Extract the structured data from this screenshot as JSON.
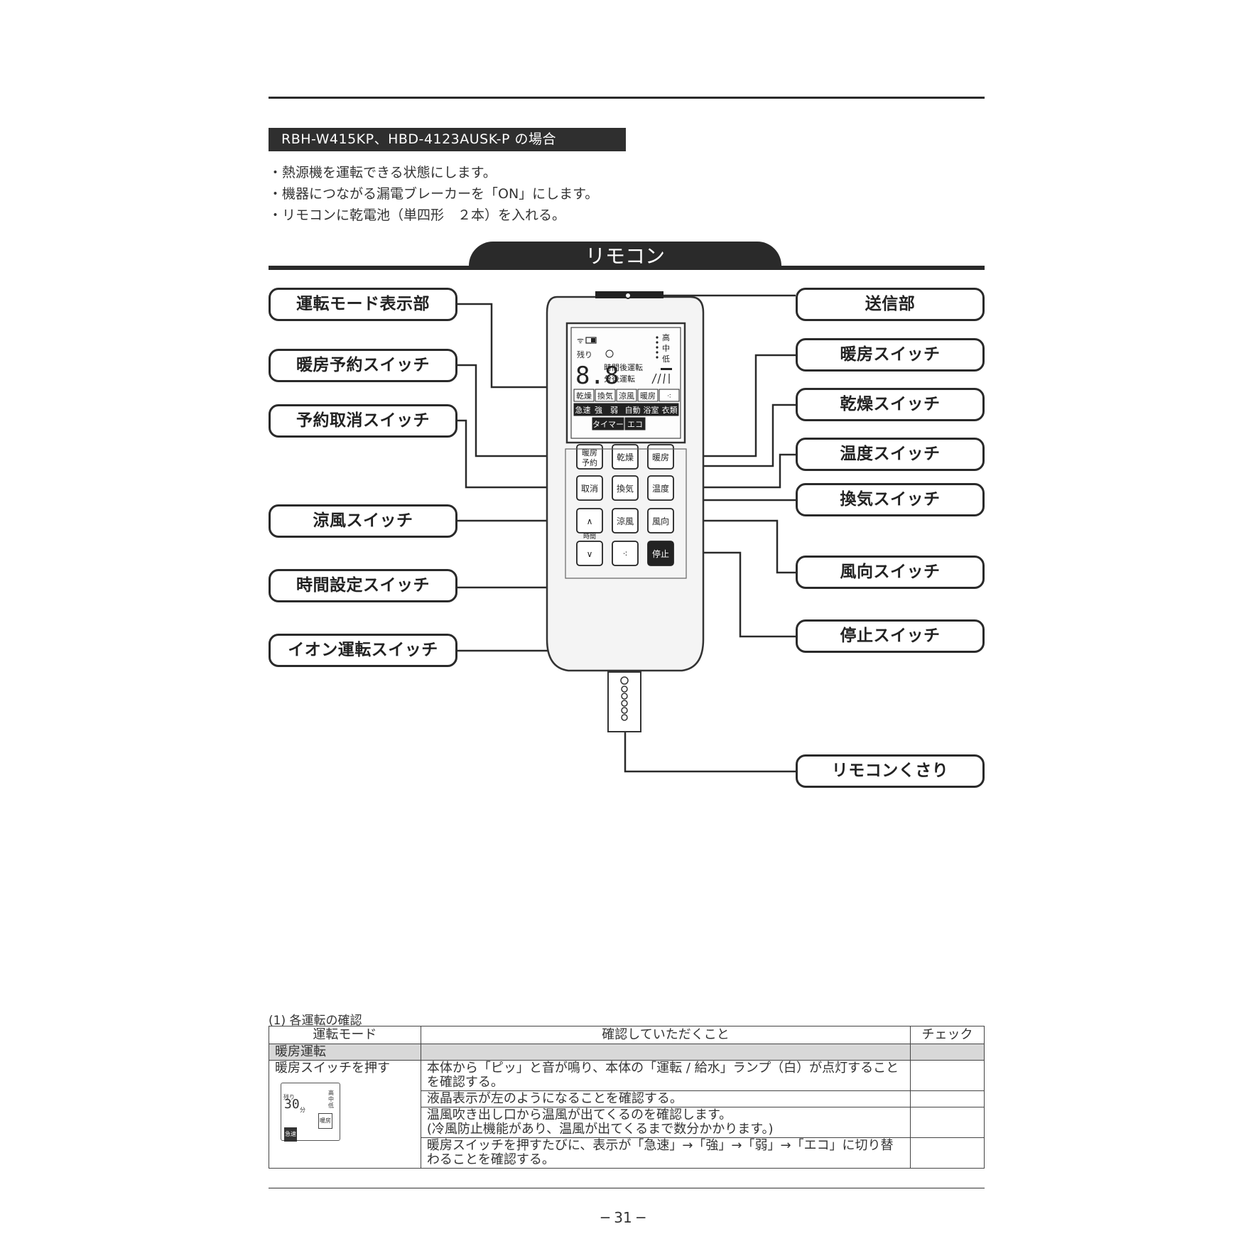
{
  "header": {
    "model_tag": "RBH-W415KP、HBD-4123AUSK-P の場合",
    "bullets": [
      "・熱源機を運転できる状態にします。",
      "・機器につながる漏電ブレーカーを「ON」にします。",
      "・リモコンに乾電池（単四形　２本）を入れる。"
    ]
  },
  "section_title": "リモコン",
  "callouts_left": [
    "運転モード表示部",
    "暖房予約スイッチ",
    "予約取消スイッチ",
    "涼風スイッチ",
    "時間設定スイッチ",
    "イオン運転スイッチ"
  ],
  "callouts_right": [
    "送信部",
    "暖房スイッチ",
    "乾燥スイッチ",
    "温度スイッチ",
    "換気スイッチ",
    "風向スイッチ",
    "停止スイッチ",
    "リモコンくさり"
  ],
  "lcd": {
    "remain": "残り",
    "digits": "8.8",
    "hours_after": "時間後運転",
    "minutes_after": "分後運転",
    "high": "高",
    "mid": "中",
    "low": "低",
    "modes_row1": [
      "乾燥",
      "換気",
      "涼風",
      "暖房",
      "⁖"
    ],
    "modes_row2": [
      "急速",
      "強",
      "弱",
      "自動",
      "浴室",
      "衣類"
    ],
    "modes_row3": [
      "タイマー",
      "エコ"
    ]
  },
  "buttons": {
    "heat_reserve_1": "暖房",
    "heat_reserve_2": "予約",
    "dry": "乾燥",
    "heat": "暖房",
    "cancel": "取消",
    "vent": "換気",
    "temp": "温度",
    "up": "∧",
    "time": "時間",
    "down": "∨",
    "cool": "涼風",
    "direction": "風向",
    "ion": "⁖",
    "stop": "停止"
  },
  "table": {
    "caption": "(1) 各運転の確認",
    "headers": [
      "運転モード",
      "確認していただくこと",
      "チェック"
    ],
    "section_row": "暖房運転",
    "mode_cell": "暖房スイッチを押す",
    "mini_lcd": {
      "remain": "残り",
      "value": "30",
      "unit": "分",
      "mode": "暖房",
      "speed": "急速",
      "high": "高",
      "mid": "中",
      "low": "低"
    },
    "rows": [
      "本体から「ピッ」と音が鳴り、本体の「運転 / 給水」ランプ（白）が点灯することを確認する。",
      "液晶表示が左のようになることを確認する。",
      "温風吹き出し口から温風が出てくるのを確認します。\n(冷風防止機能があり、温風が出てくるまで数分かかります。)",
      "暖房スイッチを押すたびに、表示が「急速」→「強」→「弱」→「エコ」に切り替わることを確認する。"
    ]
  },
  "page_number": "─ 31 ─"
}
